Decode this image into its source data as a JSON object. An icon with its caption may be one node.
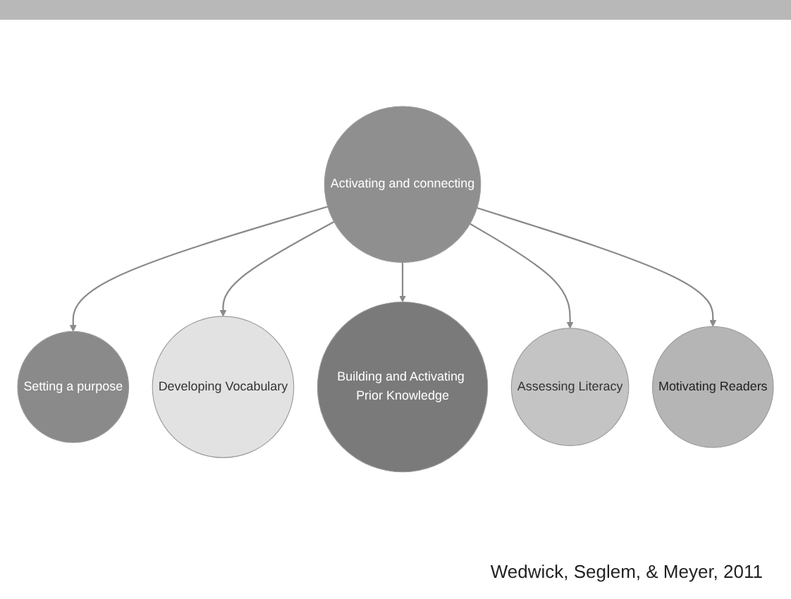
{
  "diagram": {
    "caption": "Wedwick, Seglem, & Meyer, 2011",
    "nodes": [
      {
        "text": [
          "Setting a purpose"
        ]
      },
      {
        "text": [
          "Motivating Readers"
        ]
      },
      {
        "text": [
          "Activating and connecting"
        ]
      },
      {
        "text": [
          "Developing Vocabulary"
        ]
      },
      {
        "text": [
          "Building and Activating Prior Knowledge"
        ]
      },
      {
        "text": [
          "Assessing Literacy"
        ]
      }
    ],
    "edges": [
      {
        "from": 2,
        "to": 0,
        "arrow": "to"
      },
      {
        "from": 2,
        "to": 3,
        "arrow": "to"
      },
      {
        "from": 2,
        "to": 4,
        "arrow": "to"
      },
      {
        "from": 2,
        "to": 5,
        "arrow": "to"
      },
      {
        "from": 2,
        "to": 1,
        "arrow": "to"
      }
    ]
  }
}
